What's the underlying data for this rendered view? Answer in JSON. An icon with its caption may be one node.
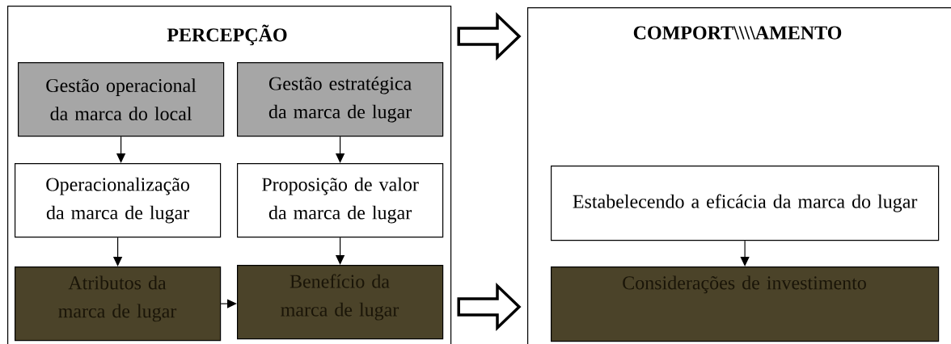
{
  "diagram": {
    "nodes": [
      {
        "text": [
          "PERCEPÇÃO"
        ]
      },
      {
        "text": [
          "Gestão operacional da marca do local"
        ],
        "in": 0
      },
      {
        "text": [
          "Gestão estratégica da marca de lugar"
        ],
        "in": 0
      },
      {
        "text": [
          "Operacionalização da marca de lugar"
        ],
        "in": 0
      },
      {
        "text": [
          "Proposição de valor da marca de lugar"
        ],
        "in": 0
      },
      {
        "text": [
          "Atributos da marca de lugar"
        ],
        "in": 0
      },
      {
        "text": [
          "Benefício da marca de lugar"
        ],
        "in": 0
      },
      {
        "text": [
          "COMPORT\\\\\\\\AMENTO"
        ]
      },
      {
        "text": [
          "Estabelecendo a eficácia da marca do lugar"
        ],
        "in": 7
      },
      {
        "text": [
          "Considerações de investimento"
        ],
        "in": 7
      }
    ],
    "edges": [
      {
        "from": 1,
        "to": 3,
        "arrow": "to"
      },
      {
        "from": 2,
        "to": 4,
        "arrow": "to"
      },
      {
        "from": 3,
        "to": 5,
        "arrow": "to"
      },
      {
        "from": 4,
        "to": 6,
        "arrow": "to"
      },
      {
        "from": 5,
        "to": 6,
        "arrow": "to"
      },
      {
        "from": 0,
        "to": 7,
        "arrow": "to",
        "style": "thick"
      },
      {
        "from": 0,
        "to": 7,
        "arrow": "to",
        "style": "thick"
      },
      {
        "from": 8,
        "to": 9,
        "arrow": "to"
      }
    ]
  }
}
